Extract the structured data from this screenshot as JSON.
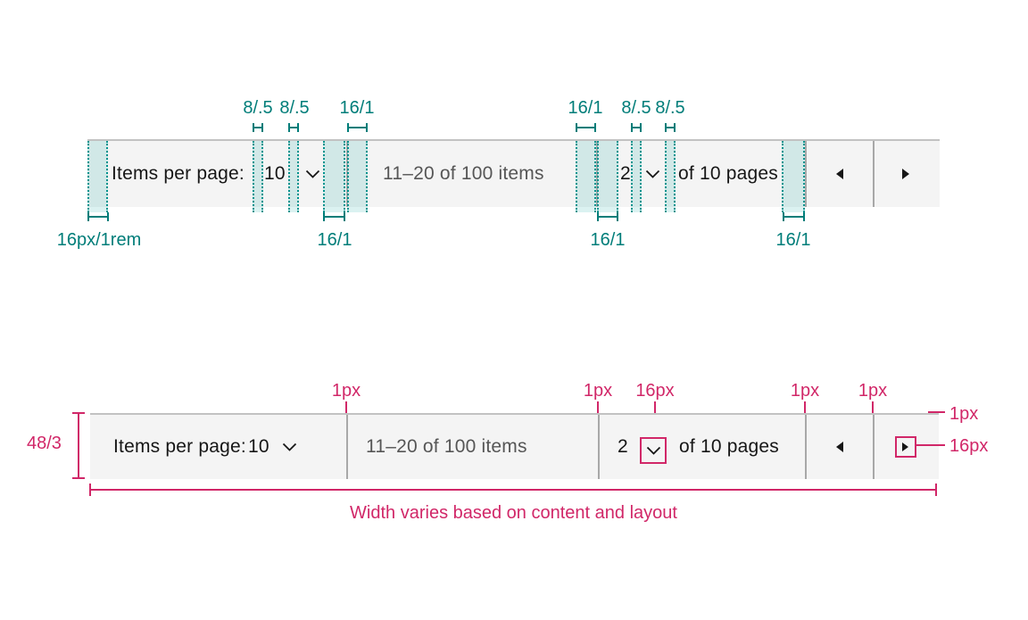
{
  "pagination": {
    "items_per_page_label": "Items per page:",
    "page_size_value": "10",
    "range_text": "11–20 of 100 items",
    "current_page_value": "2",
    "pages_text": "of 10 pages"
  },
  "spacing_figure": {
    "top_measurements": [
      "8/.5",
      "8/.5",
      "16/1",
      "16/1",
      "8/.5",
      "8/.5"
    ],
    "bottom_measurements": [
      "16px/1rem",
      "16/1",
      "16/1",
      "16/1"
    ]
  },
  "structure_figure": {
    "height_measurement": "48/3",
    "top_measurements": [
      "1px",
      "1px",
      "16px",
      "1px",
      "1px"
    ],
    "right_measurements": [
      "1px",
      "16px"
    ],
    "caption": "Width varies based on content and layout"
  },
  "colors": {
    "teal_annotation": "#007d79",
    "magenta_annotation": "#d12768",
    "bar_background": "#f4f4f4",
    "bar_top_border": "#c2c2c2",
    "text_primary": "#161616",
    "text_secondary": "#565656"
  }
}
